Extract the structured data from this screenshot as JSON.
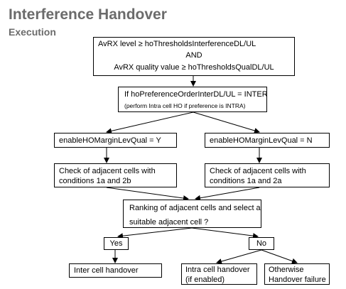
{
  "header": {
    "title": "Interference Handover",
    "subtitle": "Execution"
  },
  "nodes": {
    "condition": {
      "line1": "AvRX level ≥ hoThresholdsInterferenceDL/UL",
      "line2": "AND",
      "line3": "AvRX quality value ≥ hoThresholdsQualDL/UL"
    },
    "preference": {
      "line1": "If hoPreferenceOrderInterDL/UL = INTER",
      "line2": "(perform Intra cell HO if preference is INTRA)"
    },
    "margin_yes": {
      "label": "enableHOMarginLevQual  = Y"
    },
    "margin_no": {
      "label": "enableHOMarginLevQual  = N"
    },
    "check_left": {
      "line1": "Check of adjacent cells with",
      "line2": "conditions 1a and 2b"
    },
    "check_right": {
      "line1": "Check of adjacent cells with",
      "line2": "conditions 1a and 2a"
    },
    "ranking": {
      "line1": "Ranking of adjacent cells and select a",
      "line2": "suitable adjacent cell ?"
    },
    "answer_yes": {
      "label": "Yes"
    },
    "answer_no": {
      "label": "No"
    },
    "inter_ho": {
      "label": "Inter cell handover"
    },
    "intra_ho": {
      "line1": "Intra cell handover",
      "line2": "(if enabled)"
    },
    "failure": {
      "line1": "Otherwise",
      "line2": "Handover failure"
    }
  }
}
